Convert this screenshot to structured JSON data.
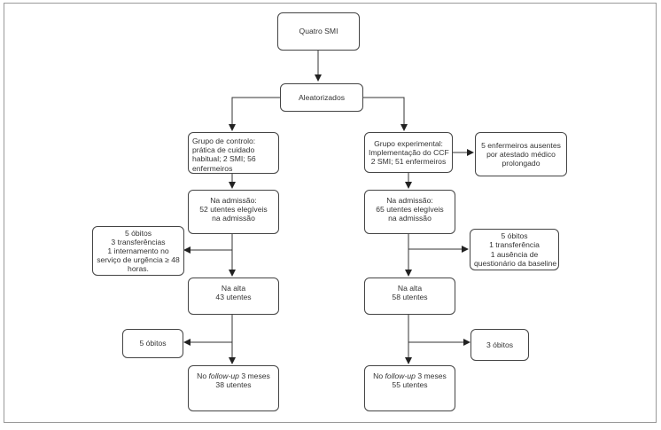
{
  "nodes": {
    "top": {
      "lines": [
        "Quatro SMI"
      ]
    },
    "randomized": {
      "lines": [
        "Aleatorizados"
      ]
    },
    "control_group": {
      "lines": [
        "Grupo de controlo:",
        "prática de cuidado",
        "habitual; 2 SMI; 56",
        "enfermeiros"
      ]
    },
    "experimental_group": {
      "lines": [
        "Grupo experimental:",
        "Implementação do CCF",
        "2 SMI; 51 enfermeiros"
      ]
    },
    "absent_nurses": {
      "lines": [
        "5 enfermeiros ausentes",
        "por atestado médico",
        "prolongado"
      ]
    },
    "control_admission": {
      "lines": [
        "Na admissão:",
        "52 utentes elegíveis",
        "na admissão"
      ]
    },
    "exp_admission": {
      "lines": [
        "Na admissão:",
        "65 utentes elegíveis",
        "na admissão"
      ]
    },
    "control_exclusions_1": {
      "lines": [
        "5 óbitos",
        "3 transferências",
        "1 internamento no",
        "serviço de urgência ≥ 48",
        "horas."
      ]
    },
    "exp_exclusions_1": {
      "lines": [
        "5 óbitos",
        "1 transferência",
        "1 ausência de",
        "questionário da baseline"
      ]
    },
    "control_discharge": {
      "lines": [
        "Na alta",
        "43 utentes"
      ]
    },
    "exp_discharge": {
      "lines": [
        "Na alta",
        "58 utentes"
      ]
    },
    "control_exclusions_2": {
      "lines": [
        "5 óbitos"
      ]
    },
    "exp_exclusions_2": {
      "lines": [
        "3 óbitos"
      ]
    },
    "control_followup": {
      "prefix": "No ",
      "italic": "follow-up",
      "suffix": " 3 meses",
      "line2": "38 utentes"
    },
    "exp_followup": {
      "prefix": "No ",
      "italic": "follow-up",
      "suffix": " 3 meses",
      "line2": "55 utentes"
    }
  }
}
